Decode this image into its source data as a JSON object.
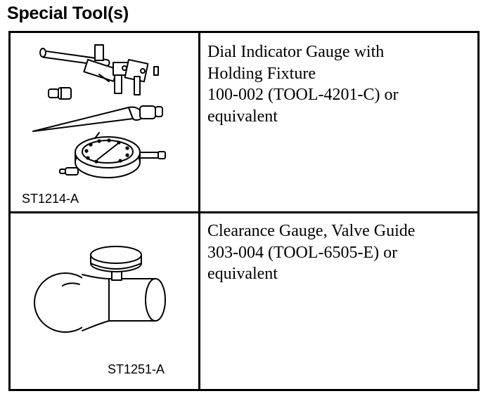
{
  "page": {
    "heading": "Special Tool(s)"
  },
  "tools": [
    {
      "image_code": "ST1214-A",
      "description_lines": [
        "Dial Indicator Gauge with",
        "Holding Fixture",
        "100-002 (TOOL-4201-C) or",
        "equivalent"
      ],
      "icon": "dial-indicator-gauge-illustration"
    },
    {
      "image_code": "ST1251-A",
      "description_lines": [
        "Clearance Gauge, Valve Guide",
        "303-004 (TOOL-6505-E) or",
        "equivalent"
      ],
      "icon": "valve-guide-clearance-gauge-illustration"
    }
  ]
}
